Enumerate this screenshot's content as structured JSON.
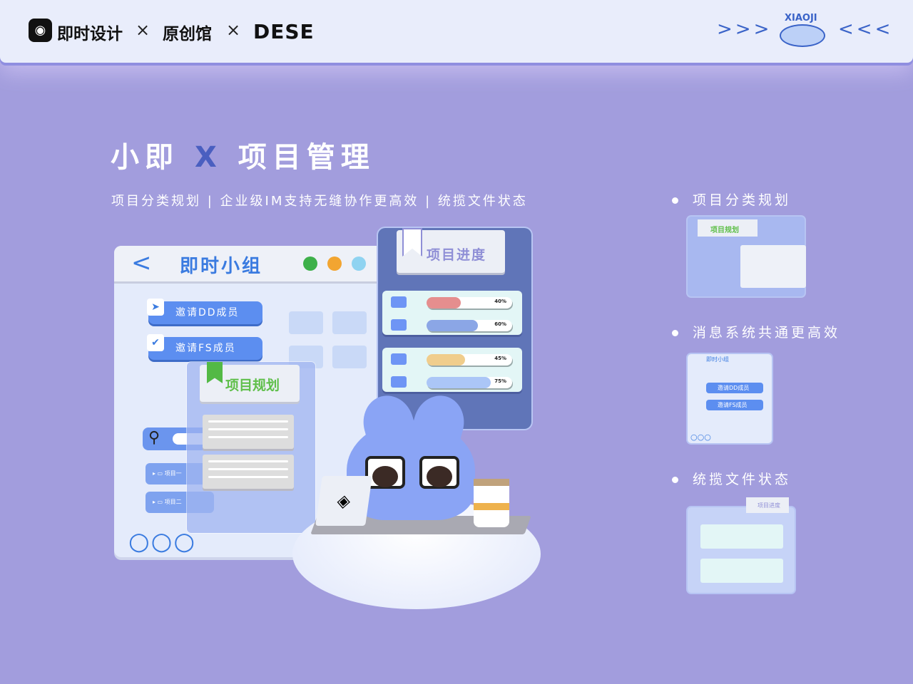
{
  "header": {
    "brands": [
      "即时设计",
      "原创馆",
      "DESE"
    ],
    "separator": "×",
    "arrows_left": ">>>",
    "arrows_right": "<<<",
    "mascot_label": "XIAOJI"
  },
  "hero": {
    "title_a": "小即",
    "title_x": "X",
    "title_b": "项目管理",
    "subtitle": "项目分类规划 | 企业级IM支持无缝协作更高效 | 统揽文件状态"
  },
  "window": {
    "title": "即时小组",
    "back_icon": "chevron-left-icon",
    "invite_dd": "邀请DD成员",
    "invite_fs": "邀请FS成员",
    "tree_items": [
      "项目一",
      "项目二"
    ],
    "plan_title": "项目规划",
    "avatar_colors": [
      "#3db04a",
      "#f2a531",
      "#8fd3f1"
    ]
  },
  "progress_panel": {
    "title": "项目进度",
    "items": [
      {
        "value": 40,
        "label": "40%",
        "color": "#e58e8e"
      },
      {
        "value": 60,
        "label": "60%",
        "color": "#8ba6e6"
      },
      {
        "value": 45,
        "label": "45%",
        "color": "#f0cd8c"
      },
      {
        "value": 75,
        "label": "75%",
        "color": "#abc6f7"
      }
    ]
  },
  "features": [
    {
      "label": "项目分类规划",
      "thumb_title": "项目规划"
    },
    {
      "label": "消息系统共通更高效",
      "thumb_title": "即时小组",
      "invite_dd": "邀请DD成员",
      "invite_fs": "邀请FS成员"
    },
    {
      "label": "统揽文件状态",
      "thumb_title": "项目进度"
    }
  ]
}
